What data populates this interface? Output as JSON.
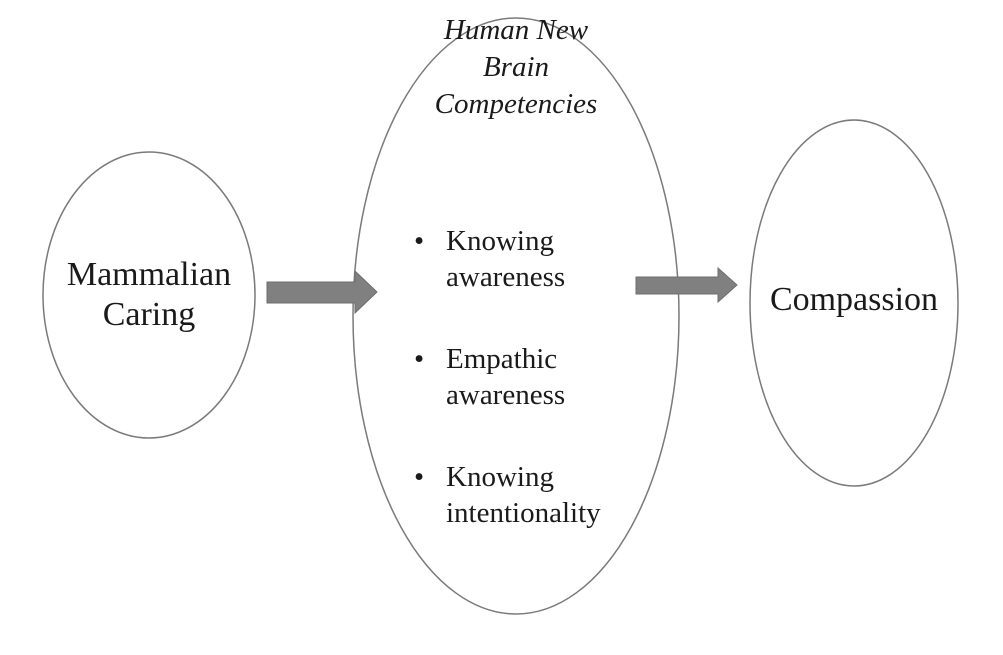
{
  "nodes": {
    "left": {
      "line1": "Mammalian",
      "line2": "Caring"
    },
    "center": {
      "heading": [
        "Human New",
        "Brain",
        "Competencies"
      ],
      "items": [
        {
          "line1": "Knowing",
          "line2": "awareness"
        },
        {
          "line1": "Empathic",
          "line2": "awareness"
        },
        {
          "line1": "Knowing",
          "line2": "intentionality"
        }
      ],
      "bullet_glyph": "•"
    },
    "right": {
      "label": "Compassion"
    }
  },
  "edges": [
    {
      "from": "Mammalian Caring",
      "to": "Human New Brain Competencies"
    },
    {
      "from": "Human New Brain Competencies",
      "to": "Compassion"
    }
  ],
  "colors": {
    "outline": "#7a7a7a",
    "arrow": "#808080",
    "arrow_edge": "#6e6e6e",
    "text": "#1a1a1a"
  }
}
